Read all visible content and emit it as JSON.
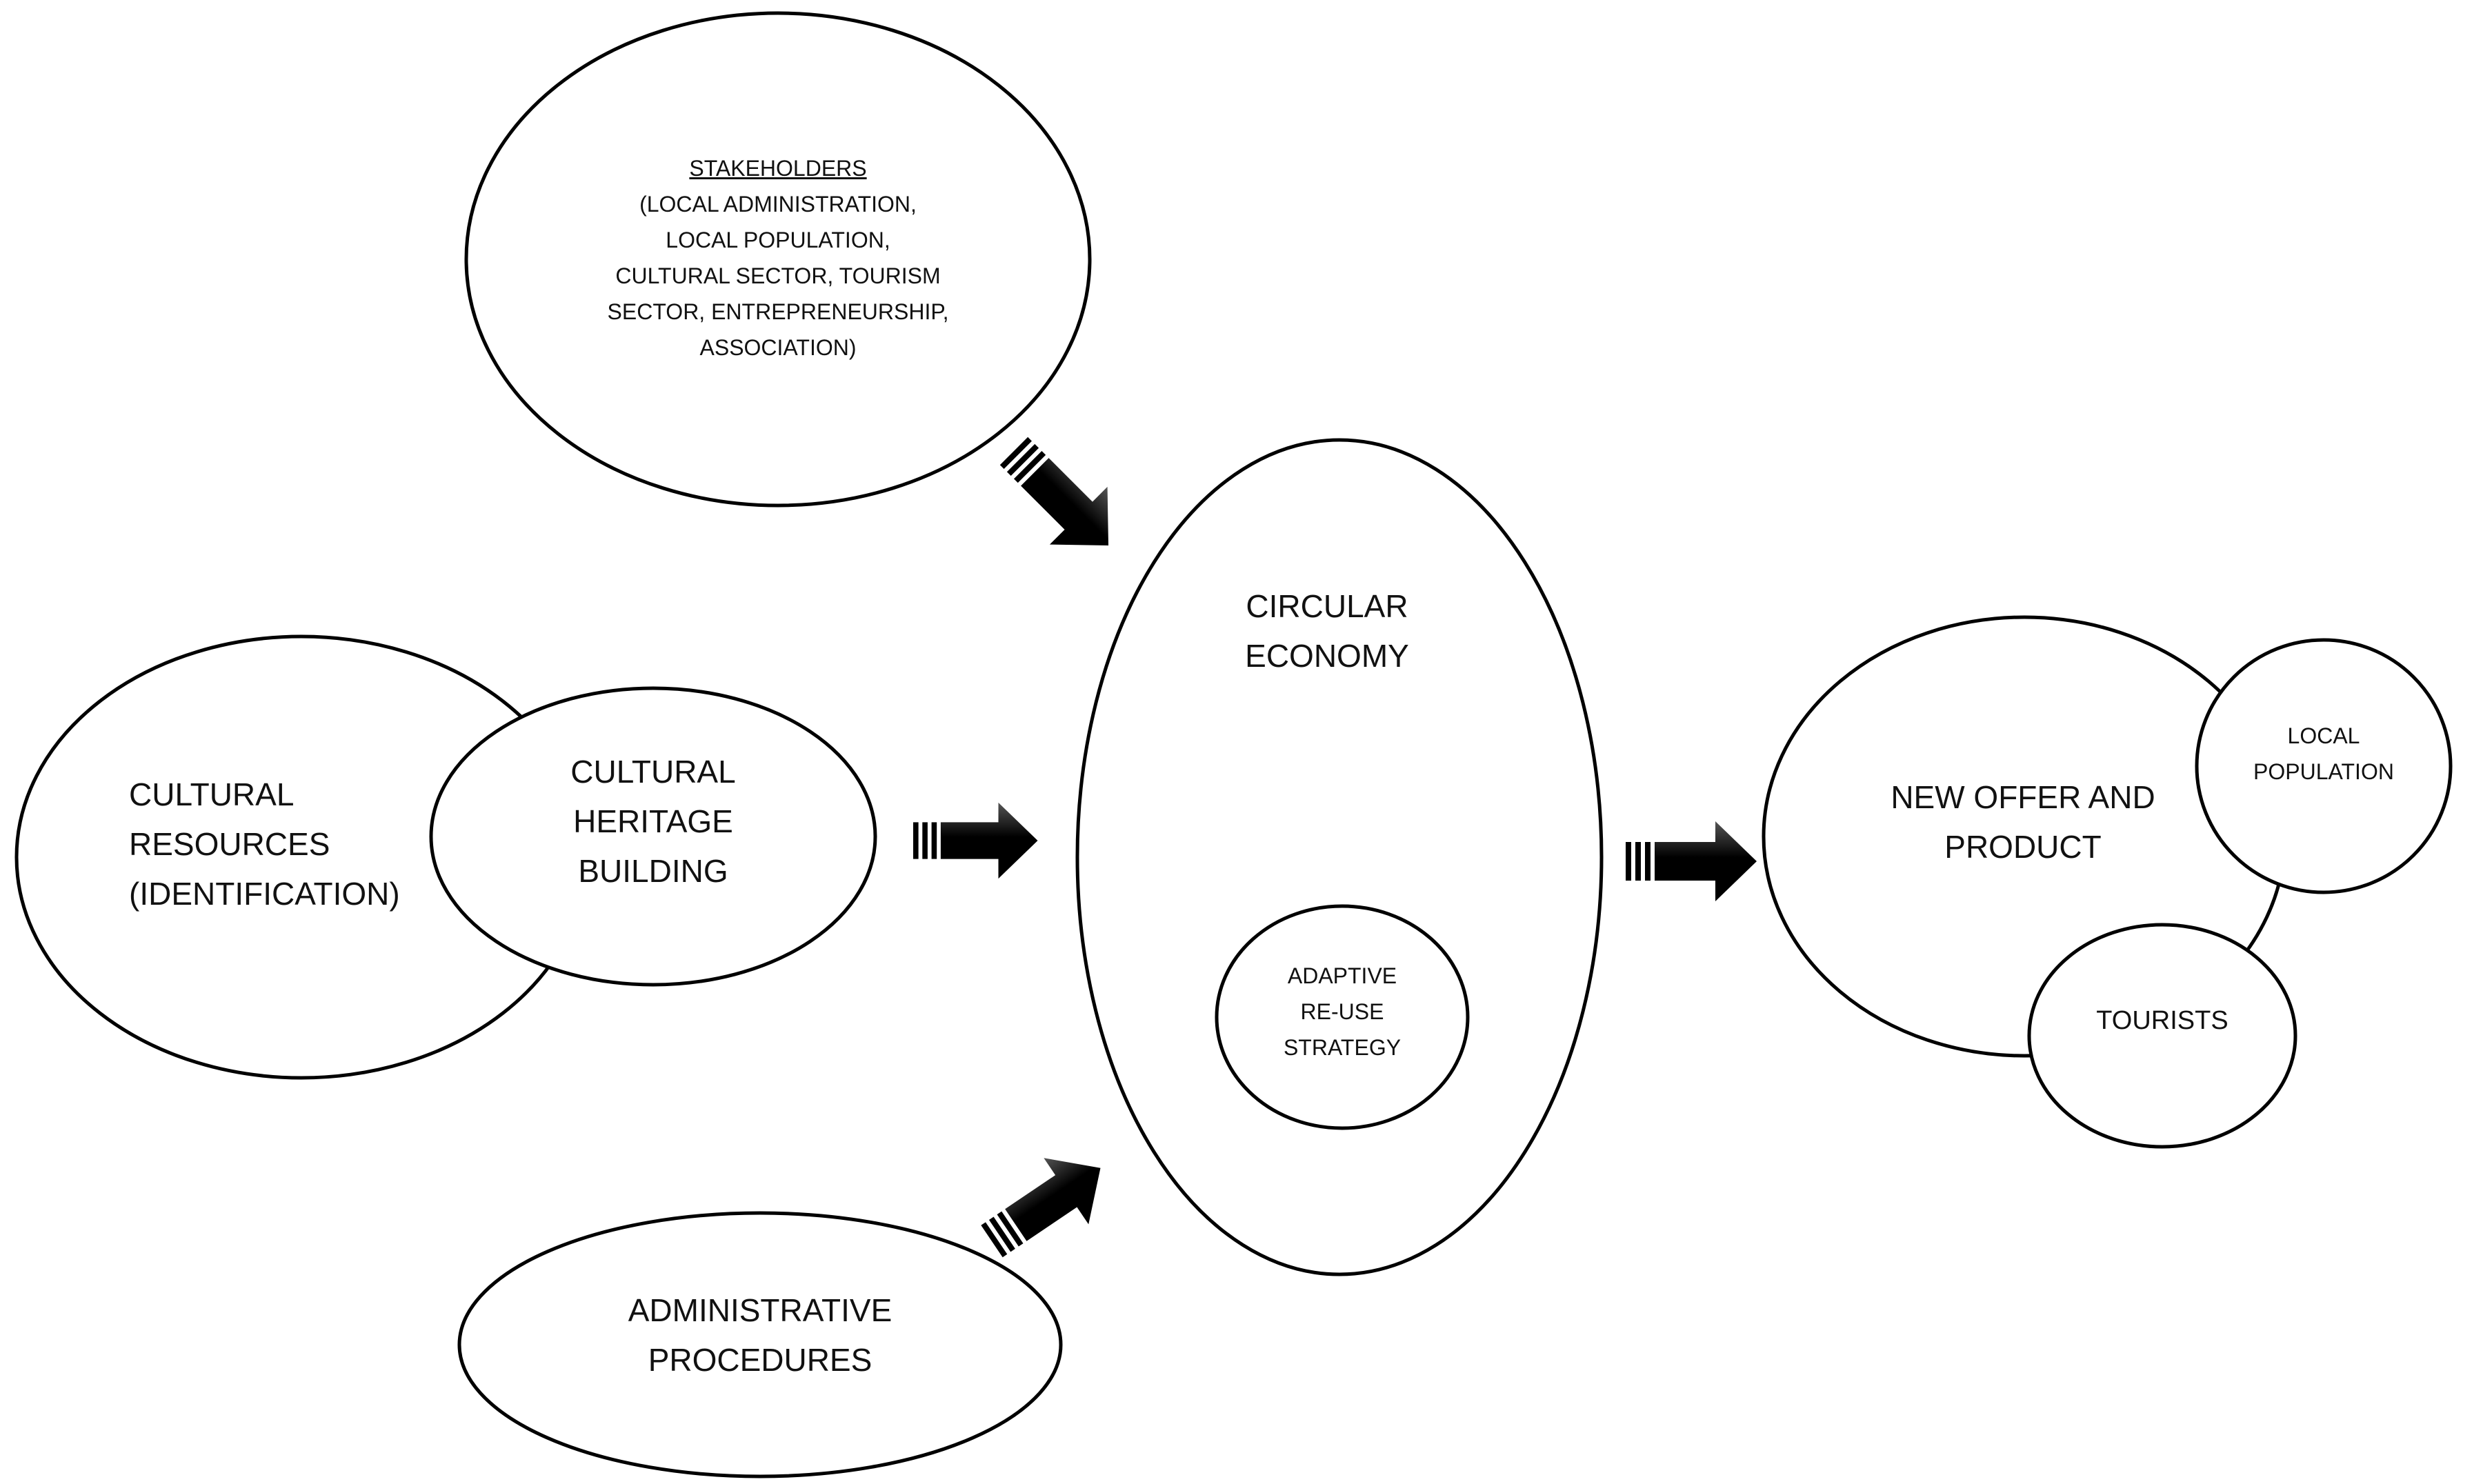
{
  "stakeholders": {
    "title": "STAKEHOLDERS",
    "lines": [
      "(LOCAL ADMINISTRATION,",
      "LOCAL POPULATION,",
      "CULTURAL SECTOR, TOURISM",
      "SECTOR, ENTREPRENEURSHIP,",
      "ASSOCIATION)"
    ]
  },
  "circular_economy": {
    "lines": [
      "CIRCULAR",
      "ECONOMY"
    ]
  },
  "adaptive_reuse": {
    "lines": [
      "ADAPTIVE",
      "RE-USE",
      "STRATEGY"
    ]
  },
  "cultural_resources": {
    "lines": [
      "CULTURAL",
      "RESOURCES",
      "(IDENTIFICATION)"
    ]
  },
  "cultural_heritage": {
    "lines": [
      "CULTURAL",
      "HERITAGE",
      "BUILDING"
    ]
  },
  "administrative": {
    "lines": [
      "ADMINISTRATIVE",
      "PROCEDURES"
    ]
  },
  "new_offer": {
    "lines": [
      "NEW OFFER AND",
      "PRODUCT"
    ]
  },
  "local_population": {
    "lines": [
      "LOCAL",
      "POPULATION"
    ]
  },
  "tourists": {
    "label": "TOURISTS"
  }
}
